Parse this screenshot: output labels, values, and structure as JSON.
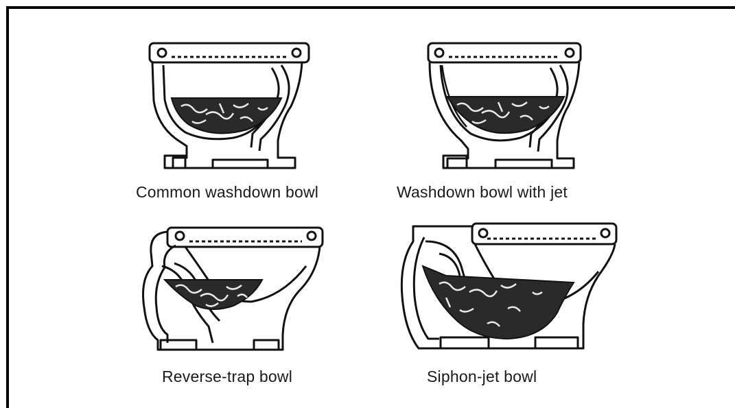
{
  "figure": {
    "panels": [
      {
        "caption": "Common washdown bowl",
        "icon": "washdown-toilet-cross-section"
      },
      {
        "caption": "Washdown bowl with jet",
        "icon": "washdown-jet-toilet-cross-section"
      },
      {
        "caption": "Reverse-trap bowl",
        "icon": "reverse-trap-toilet-cross-section"
      },
      {
        "caption": "Siphon-jet bowl",
        "icon": "siphon-jet-toilet-cross-section"
      }
    ],
    "colors": {
      "line": "#111111",
      "water_fill": "#2a2a2a",
      "background": "#ffffff"
    }
  }
}
